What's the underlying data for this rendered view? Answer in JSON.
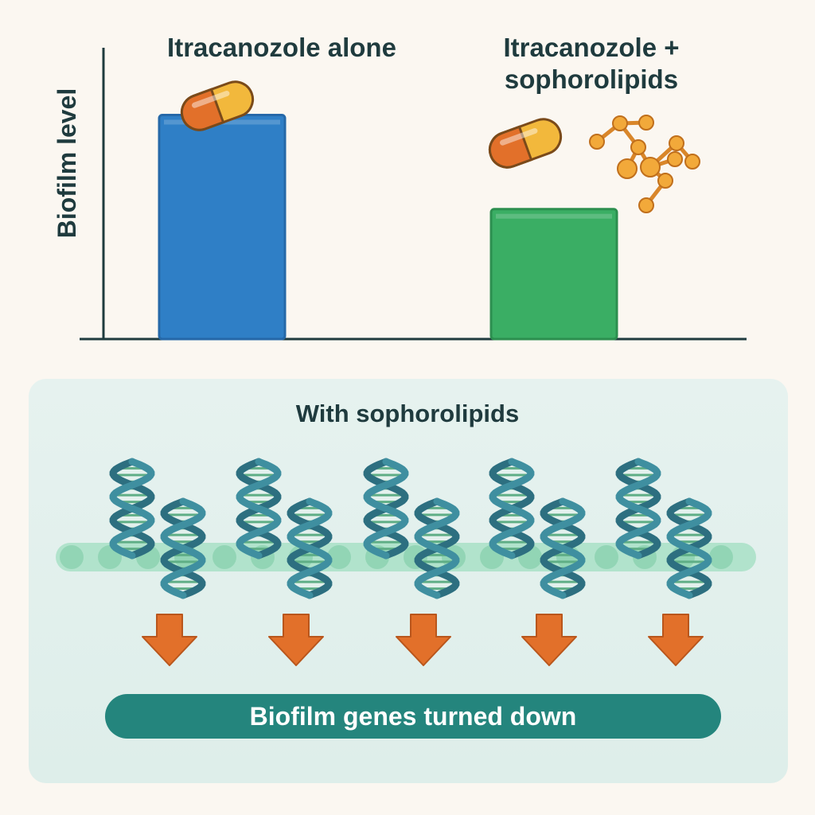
{
  "chart_data": {
    "type": "bar",
    "title": "",
    "xlabel": "",
    "ylabel": "Biofilm level",
    "categories": [
      "Itracanozole alone",
      "Itracanozole +\nsophorolipids"
    ],
    "values": [
      100,
      58
    ],
    "ylim": [
      0,
      130
    ],
    "colors": [
      "#2f7fc6",
      "#3aae64"
    ],
    "grid": false,
    "legend": "none"
  },
  "icons": [
    "capsule-icon",
    "capsule-icon",
    "molecule-icon"
  ],
  "panel": {
    "title": "With sophorolipids",
    "banner": "Biofilm genes turned down",
    "gene_count": 10,
    "arrow_count": 5
  },
  "colors": {
    "background": "#fbf7f1",
    "panel": "#e2f0ec",
    "dna": "#3f8fa0",
    "membrane": "#8fd3b2",
    "arrow": "#e2702a",
    "banner": "#24857d",
    "capsule_orange": "#e2702a",
    "capsule_yellow": "#f2b83c",
    "molecule": "#f0a030"
  }
}
